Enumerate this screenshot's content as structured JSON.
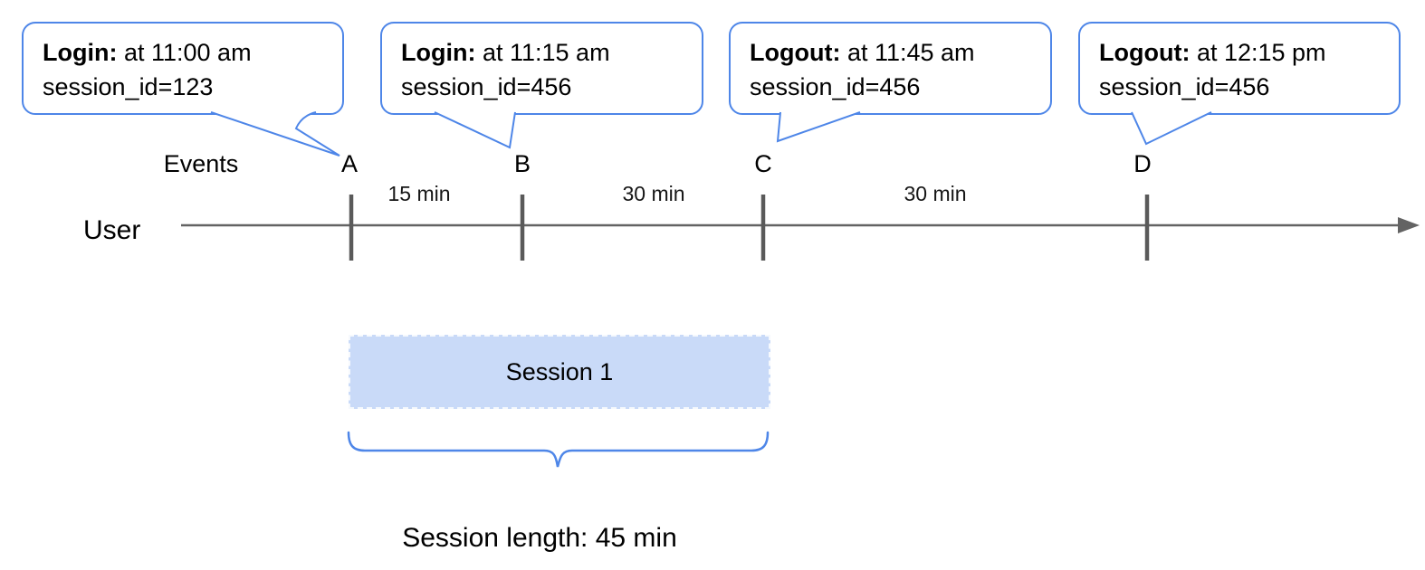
{
  "callouts": [
    {
      "event": "A",
      "title": "Login:",
      "time": " at 11:00 am",
      "detail": "session_id=123"
    },
    {
      "event": "B",
      "title": "Login:",
      "time": " at 11:15 am",
      "detail": "session_id=456"
    },
    {
      "event": "C",
      "title": "Logout:",
      "time": " at 11:45 am",
      "detail": "session_id=456"
    },
    {
      "event": "D",
      "title": "Logout:",
      "time": " at 12:15 pm",
      "detail": "session_id=456"
    }
  ],
  "timeline": {
    "events_label": "Events",
    "user_label": "User",
    "markers": [
      "A",
      "B",
      "C",
      "D"
    ],
    "intervals": [
      {
        "between": "A-B",
        "label": "15 min"
      },
      {
        "between": "B-C",
        "label": "30 min"
      },
      {
        "between": "C-D",
        "label": "30 min"
      }
    ]
  },
  "session": {
    "box_label": "Session 1",
    "length_label": "Session length: 45 min"
  },
  "colors": {
    "accent_blue": "#4e86e8",
    "session_fill": "#c9daf8",
    "axis_gray": "#636363",
    "tick_gray": "#5a5a5a"
  }
}
